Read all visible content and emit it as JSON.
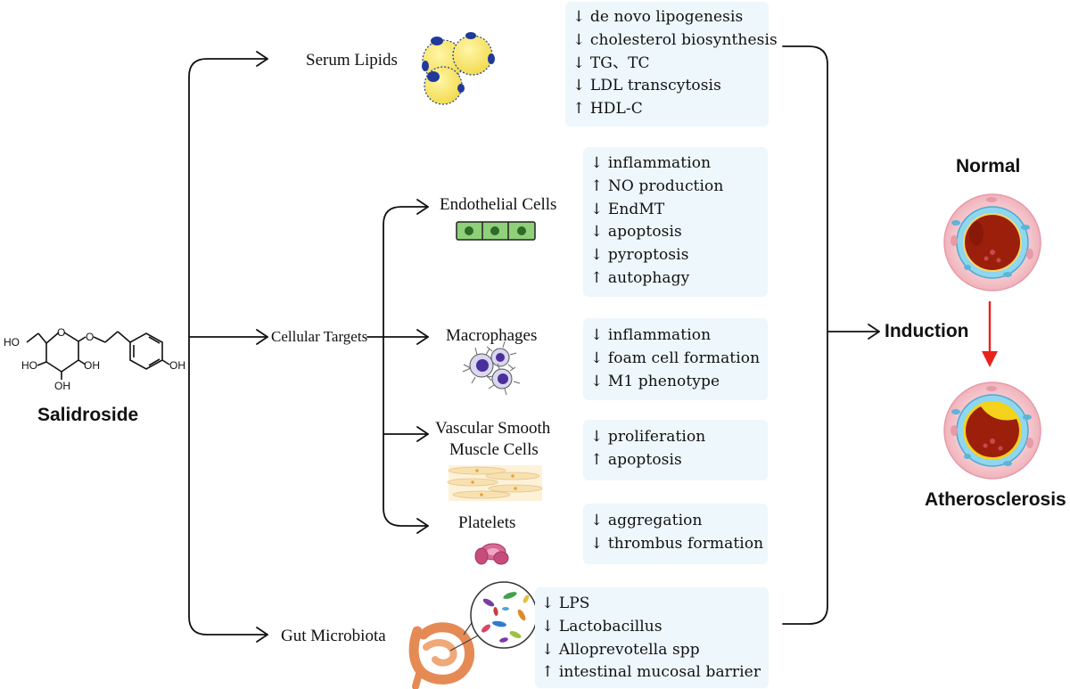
{
  "compound": {
    "name": "Salidroside",
    "atoms": {
      "ho_left": "HO",
      "ho_ring": "HO",
      "oh_bottom": "OH",
      "oh_right_ring": "OH",
      "oh_phenol": "OH",
      "o_ring": "O",
      "o_glycosidic": "O"
    }
  },
  "branches": {
    "serum_lipids": {
      "label": "Serum Lipids",
      "effects": [
        "↓ de novo lipogenesis",
        "↓ cholesterol biosynthesis",
        "↓ TG、TC",
        "↓ LDL transcytosis",
        "↑ HDL-C"
      ]
    },
    "cellular_targets": {
      "label": "Cellular Targets",
      "endothelial": {
        "label": "Endothelial Cells",
        "effects": [
          "↓ inflammation",
          "↑ NO production",
          "↓ EndMT",
          "↓ apoptosis",
          "↓ pyroptosis",
          "↑ autophagy"
        ]
      },
      "macrophages": {
        "label": "Macrophages",
        "effects": [
          "↓ inflammation",
          "↓ foam cell formation",
          "↓ M1 phenotype"
        ]
      },
      "vsmc": {
        "label_line1": "Vascular Smooth",
        "label_line2": "Muscle Cells",
        "effects": [
          "↓ proliferation",
          "↑ apoptosis"
        ]
      },
      "platelets": {
        "label": "Platelets",
        "effects": [
          "↓ aggregation",
          "↓ thrombus formation"
        ]
      }
    },
    "gut_microbiota": {
      "label": "Gut Microbiota",
      "effects": [
        "↓ LPS",
        "↓ Lactobacillus",
        "↓ Alloprevotella spp",
        "↑ intestinal mucosal barrier"
      ]
    }
  },
  "outcome": {
    "induction": "Induction",
    "normal": "Normal",
    "atherosclerosis": "Atherosclerosis"
  },
  "colors": {
    "box_fill": "#eef7fb",
    "arrow_red": "#e8231c",
    "lipid_yellow": "#f7e36b",
    "lipid_blue": "#1f3a9a",
    "endothelial_green": "#8fd07a",
    "vessel_pink": "#f4c6cc",
    "lumen_red": "#9c1f0c",
    "plaque_yellow": "#f5d21b"
  }
}
